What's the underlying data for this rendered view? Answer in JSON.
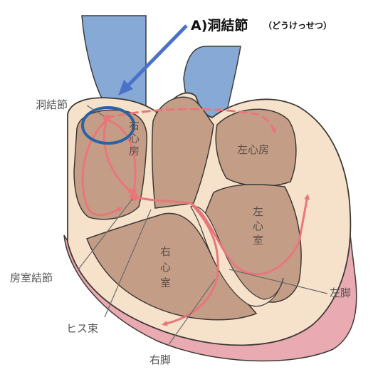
{
  "title": {
    "main": "A)洞結節",
    "reading": "（どうけっせつ）"
  },
  "labels": {
    "sinoatrial_node": "洞結節",
    "av_node": "房室結節",
    "his_bundle": "ヒス束",
    "right_bundle_branch": "右脚",
    "left_bundle_branch": "左脚"
  },
  "chambers": {
    "right_atrium": [
      "右",
      "心",
      "房"
    ],
    "left_atrium": "左心房",
    "left_ventricle": [
      "左",
      "心",
      "室"
    ],
    "right_ventricle": [
      "右",
      "心",
      "室"
    ]
  },
  "colors": {
    "vessel_blue": "#86a9d6",
    "wall_cream": "#f6e2cb",
    "chamber_brown": "#c49d87",
    "outline": "#3f3a36",
    "conduction_pink": "#e8767a",
    "pericardium_pink": "#e9aab2",
    "pointer_arrow": "#4a73c8",
    "highlight_circle": "#2a63a6"
  }
}
